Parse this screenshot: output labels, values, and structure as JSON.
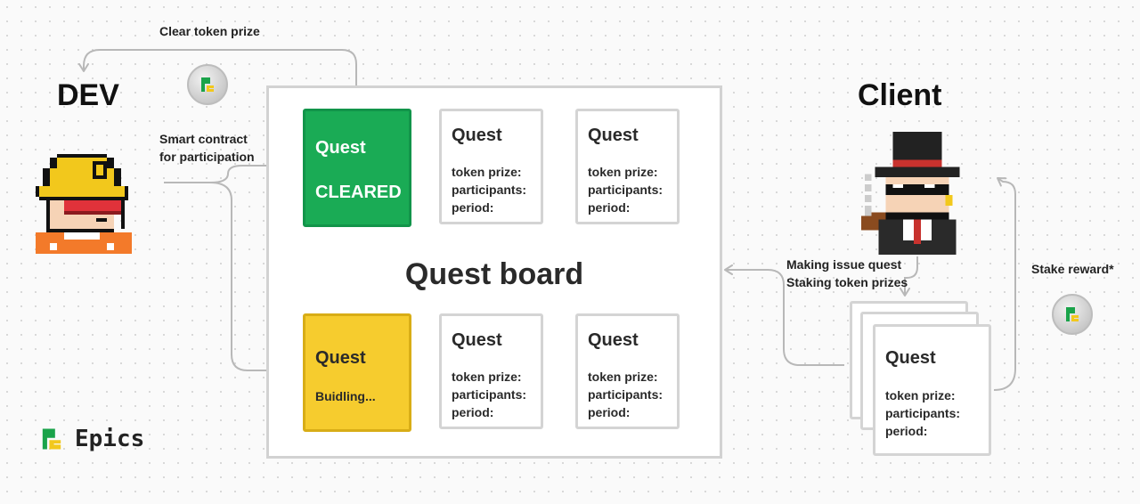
{
  "labels": {
    "dev": "DEV",
    "client": "Client",
    "clear_token_prize": "Clear token prize",
    "smart_contract_line1": "Smart contract",
    "smart_contract_line2": "for participation",
    "making_issue": "Making issue quest",
    "staking_prizes": "Staking token prizes",
    "stake_reward": "Stake reward*",
    "brand": "Epics"
  },
  "board": {
    "title": "Quest board",
    "cleared": {
      "title": "Quest",
      "status": "CLEARED"
    },
    "building": {
      "title": "Quest",
      "status": "Buidling..."
    },
    "cards": [
      {
        "title": "Quest",
        "f1": "token prize:",
        "f2": "participants:",
        "f3": "period:"
      },
      {
        "title": "Quest",
        "f1": "token prize:",
        "f2": "participants:",
        "f3": "period:"
      },
      {
        "title": "Quest",
        "f1": "token prize:",
        "f2": "participants:",
        "f3": "period:"
      },
      {
        "title": "Quest",
        "f1": "token prize:",
        "f2": "participants:",
        "f3": "period:"
      }
    ]
  },
  "client_quest": {
    "title": "Quest",
    "f1": "token prize:",
    "f2": "participants:",
    "f3": "period:"
  },
  "colors": {
    "cleared": "#1aab55",
    "building": "#f6cc2e",
    "arrow": "#b8b8b8",
    "brand_green": "#1aa34a",
    "brand_yellow": "#f2c81c"
  }
}
